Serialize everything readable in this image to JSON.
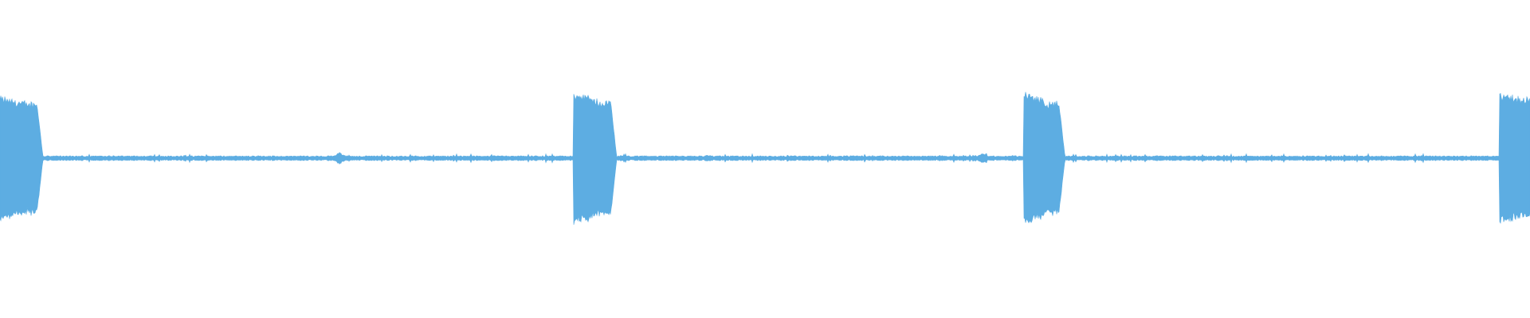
{
  "waveform": {
    "color": "#5dade2",
    "background": "#ffffff",
    "bursts": [
      {
        "start": 0.0,
        "end": 0.024,
        "peak": 0.88,
        "tail": 0.8
      },
      {
        "start": 0.375,
        "end": 0.399,
        "peak": 0.96,
        "tail": 0.82
      },
      {
        "start": 0.669,
        "end": 0.692,
        "peak": 0.97,
        "tail": 0.8
      },
      {
        "start": 0.98,
        "end": 1.0,
        "peak": 0.92,
        "tail": 0.86
      }
    ],
    "noise_level": 0.035,
    "noise_bumps": [
      {
        "center": 0.222,
        "level": 0.09
      },
      {
        "center": 0.463,
        "level": 0.05
      },
      {
        "center": 0.642,
        "level": 0.07
      },
      {
        "center": 0.756,
        "level": 0.05
      }
    ]
  }
}
